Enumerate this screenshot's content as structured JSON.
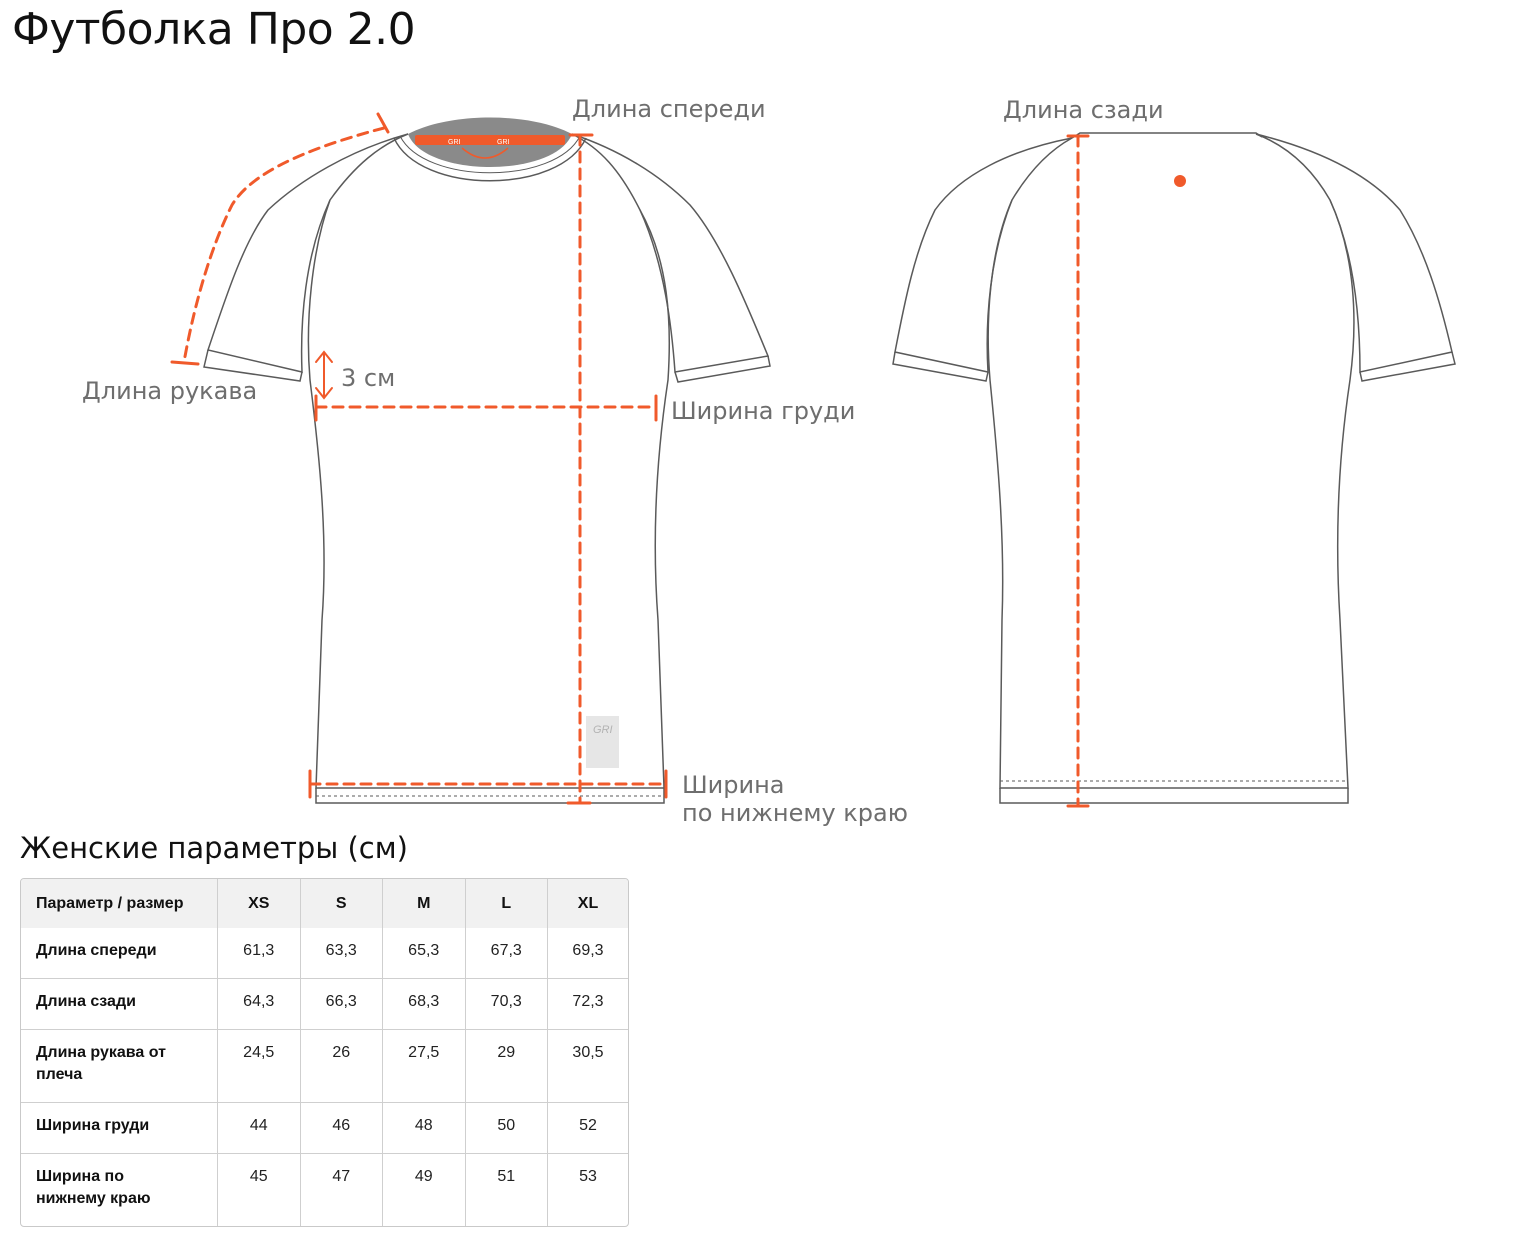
{
  "title": "Футболка Про 2.0",
  "colors": {
    "accent": "#f05a2b",
    "outline": "#555555",
    "label": "#6e6e6e",
    "table_header_bg": "#f1f1f1",
    "table_border": "#c9c9c9",
    "collar_gray": "#8a8a8a"
  },
  "labels": {
    "front_length": "Длина спереди",
    "back_length": "Длина сзади",
    "sleeve_length": "Длина рукава",
    "offset": "3 см",
    "chest_width": "Ширина груди",
    "hem_width_line1": "Ширина",
    "hem_width_line2": "по нижнему краю"
  },
  "brand_marks": [
    "GRI",
    "GRI",
    "GRI"
  ],
  "table": {
    "title": "Женские параметры (см)",
    "header": [
      "Параметр / размер",
      "XS",
      "S",
      "M",
      "L",
      "XL"
    ],
    "rows": [
      {
        "param": "Длина спереди",
        "values": [
          "61,3",
          "63,3",
          "65,3",
          "67,3",
          "69,3"
        ]
      },
      {
        "param": "Длина сзади",
        "values": [
          "64,3",
          "66,3",
          "68,3",
          "70,3",
          "72,3"
        ]
      },
      {
        "param": "Длина рукава от плеча",
        "values": [
          "24,5",
          "26",
          "27,5",
          "29",
          "30,5"
        ]
      },
      {
        "param": "Ширина груди",
        "values": [
          "44",
          "46",
          "48",
          "50",
          "52"
        ]
      },
      {
        "param": "Ширина по нижнему краю",
        "values": [
          "45",
          "47",
          "49",
          "51",
          "53"
        ]
      }
    ]
  }
}
